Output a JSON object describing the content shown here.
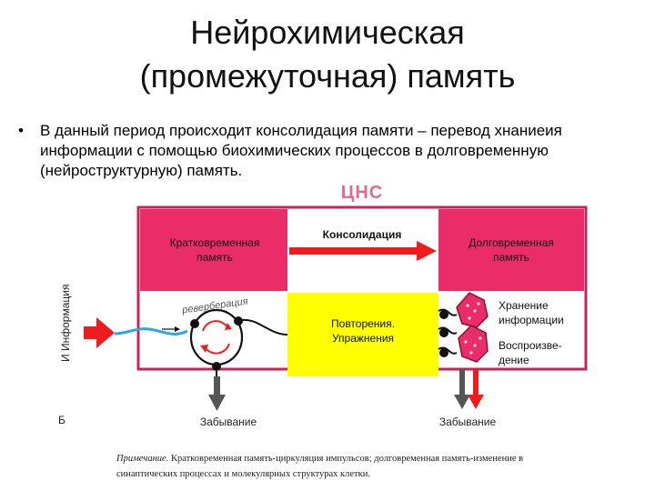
{
  "slide": {
    "title_line1": "Нейрохимическая",
    "title_line2": "(промежуточная) память",
    "bullet_text": "В данный период происходит консолидация памяти – перевод хнаниеия информации с помощью биохимических процессов в долговременную (нейроструктурную) память."
  },
  "diagram": {
    "cns_label": "ЦНС",
    "short_term": [
      "Кратковременная",
      "память"
    ],
    "consolidation": "Консолидация",
    "long_term": [
      "Долговременная",
      "память"
    ],
    "info_input": "Информация",
    "left_letter": "И",
    "left_letter_bottom": "Б",
    "reverb_label": "реверберация",
    "repetition": [
      "Повторения.",
      "Упражнения"
    ],
    "storage": [
      "Хранение",
      "информации"
    ],
    "recall": [
      "Воспроизве-",
      "дение"
    ],
    "forget_left": "Забывание",
    "forget_right": "Забывание",
    "colors": {
      "pink": "#ea2c69",
      "yellow": "#ffff00",
      "red_arrow": "#ee1c1c",
      "blue_line": "#29a8e0",
      "frame": "#c8245a"
    }
  },
  "note": {
    "label": "Примечание.",
    "text": "Кратковременная память-циркуляция импульсов; долговременная память-изменение в синаптических процессах и молекулярных структурах клетки."
  }
}
